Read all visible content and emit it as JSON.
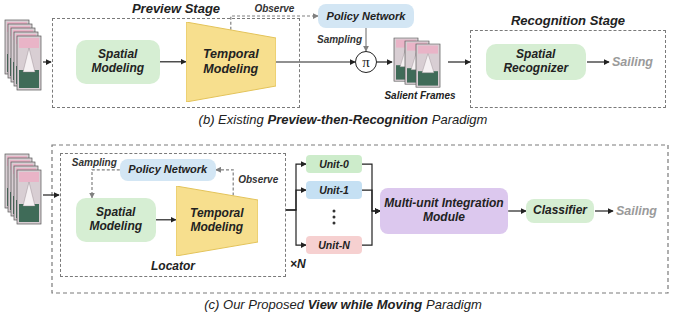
{
  "diagram": {
    "nodes": [
      {
        "text": [
          "Preview Stage"
        ]
      },
      {
        "text": [
          "Spatial Modeling"
        ],
        "in": 0
      },
      {
        "text": [
          "Temporal Modeling"
        ],
        "in": 0
      },
      {
        "text": [
          "Policy Network"
        ]
      },
      {
        "text": [
          "π"
        ]
      },
      {
        "text": [
          "Salient Frames"
        ]
      },
      {
        "text": [
          "Recognition Stage"
        ]
      },
      {
        "text": [
          "Spatial Recognizer"
        ],
        "in": 6
      },
      {
        "text": [
          "Locator"
        ]
      },
      {
        "text": [
          "Policy Network"
        ],
        "in": 8
      },
      {
        "text": [
          "Spatial Modeling"
        ],
        "in": 8
      },
      {
        "text": [
          "Temporal Modeling"
        ],
        "in": 8
      },
      {
        "text": [
          "Unit-0"
        ]
      },
      {
        "text": [
          "Unit-1"
        ]
      },
      {
        "text": [
          "Unit-N"
        ]
      },
      {
        "text": [
          "Multi-unit Integration Module"
        ]
      },
      {
        "text": [
          "Classifier"
        ]
      }
    ],
    "edges": [
      {
        "from": 1,
        "to": 2,
        "arrow": "to"
      },
      {
        "from": 2,
        "to": 3,
        "arrow": "to",
        "label": "Observe"
      },
      {
        "from": 3,
        "to": 4,
        "arrow": "to",
        "label": "Sampling"
      },
      {
        "from": 2,
        "to": 4,
        "arrow": "to"
      },
      {
        "from": 4,
        "to": 5,
        "arrow": "to"
      },
      {
        "from": 5,
        "to": 6,
        "arrow": "to"
      },
      {
        "from": 9,
        "to": 10,
        "arrow": "to",
        "label": "Sampling"
      },
      {
        "from": 11,
        "to": 9,
        "arrow": "to",
        "label": "Observe"
      },
      {
        "from": 10,
        "to": 11,
        "arrow": "to"
      },
      {
        "from": 8,
        "to": 12,
        "arrow": "to"
      },
      {
        "from": 8,
        "to": 13,
        "arrow": "to"
      },
      {
        "from": 8,
        "to": 14,
        "arrow": "to"
      },
      {
        "from": 12,
        "to": 15,
        "arrow": "to"
      },
      {
        "from": 13,
        "to": 15,
        "arrow": "to"
      },
      {
        "from": 14,
        "to": 15,
        "arrow": "to"
      },
      {
        "from": 15,
        "to": 16,
        "arrow": "to"
      }
    ],
    "labels": [
      "Sailing",
      "(b) Existing",
      "Preview-then-Recognition",
      "Paradigm",
      "×N",
      "Sailing",
      "(c) Our Proposed",
      "View while Moving",
      "Paradigm"
    ]
  }
}
